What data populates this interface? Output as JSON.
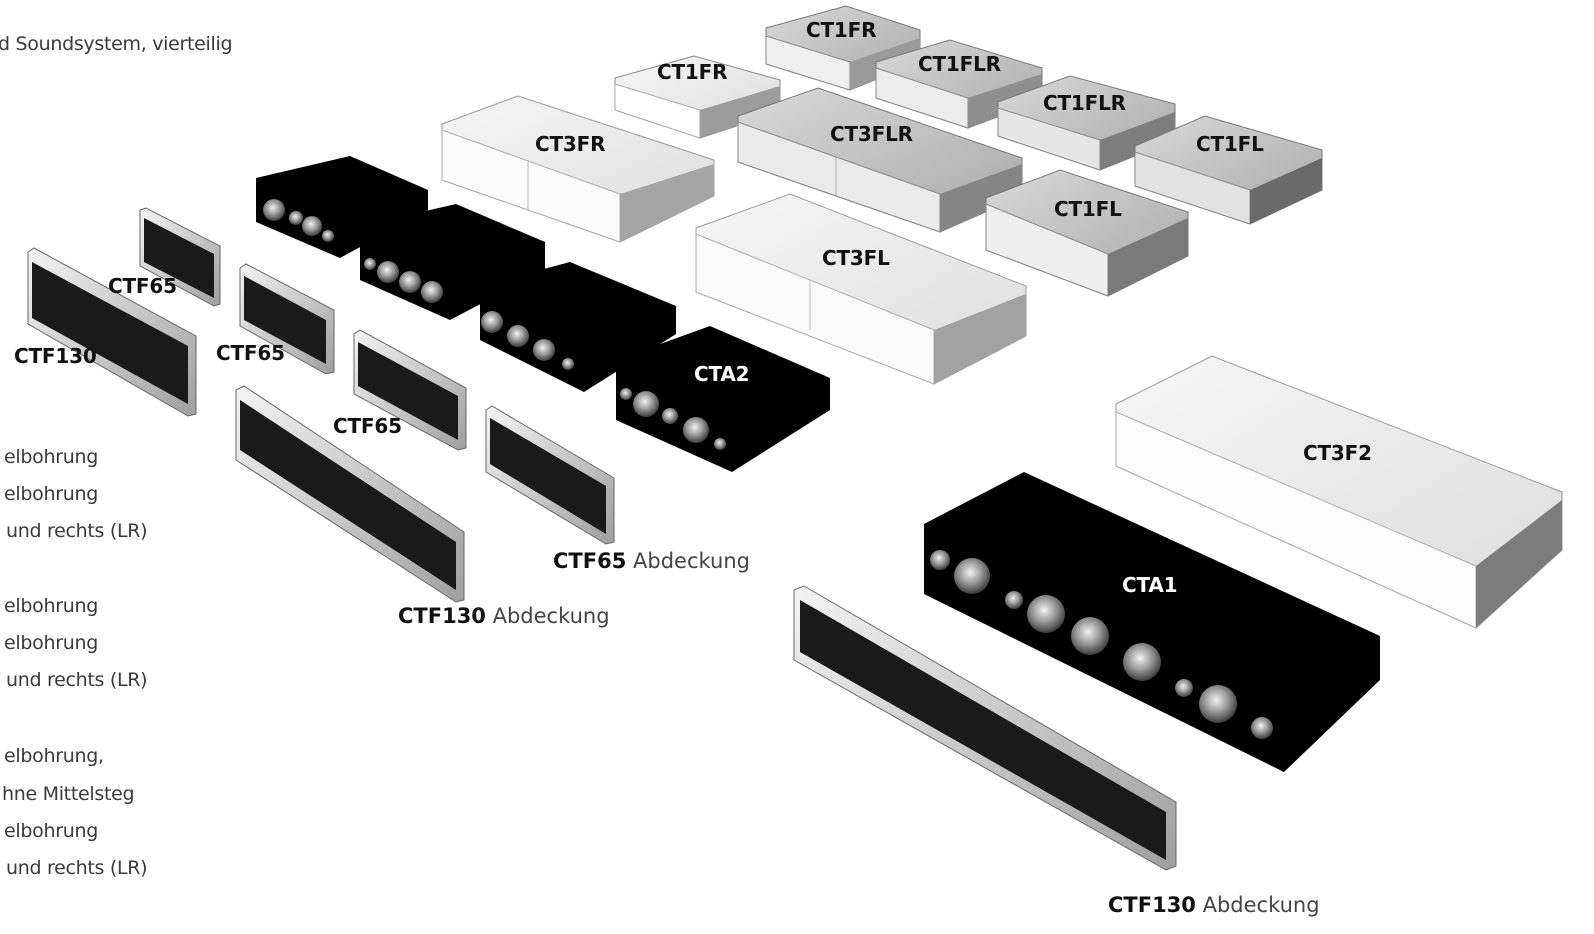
{
  "intro_text": "d Soundsystem, vierteilig",
  "left_list": [
    "elbohrung",
    "elbohrung",
    "und rechts (LR)",
    "elbohrung",
    "elbohrung",
    "und rechts (LR)",
    "elbohrung,",
    "hne Mittelsteg",
    "elbohrung",
    "und rechts (LR)"
  ],
  "shelf_labels": {
    "ct1fr_top": "CT1FR",
    "ct1fr_left": "CT1FR",
    "ct1flr_top": "CT1FLR",
    "ct1flr_mid": "CT1FLR",
    "ct1fl_right": "CT1FL",
    "ct1fl_low": "CT1FL",
    "ct3fr": "CT3FR",
    "ct3flr": "CT3FLR",
    "ct3fl": "CT3FL",
    "ct3f2": "CT3F2"
  },
  "speaker_labels": {
    "cta2": "CTA2",
    "cta1": "CTA1"
  },
  "cover_labels": {
    "ctf65_a": "CTF65",
    "ctf65_b": "CTF65",
    "ctf65_c": "CTF65",
    "ctf130_a": "CTF130"
  },
  "captions": {
    "ctf65": {
      "model": "CTF65",
      "name": "Abdeckung"
    },
    "ctf130_mid": {
      "model": "CTF130",
      "name": "Abdeckung"
    },
    "ctf130_bottom": {
      "model": "CTF130",
      "name": "Abdeckung"
    }
  },
  "colors": {
    "speaker_body": "#000000",
    "shelf_light": "#f2f2f2",
    "shelf_mid": "#bdbdbd",
    "shelf_dark": "#8a8a8a",
    "cover_frame": "#cfcfcf",
    "cover_fabric": "#1a1a1a"
  }
}
